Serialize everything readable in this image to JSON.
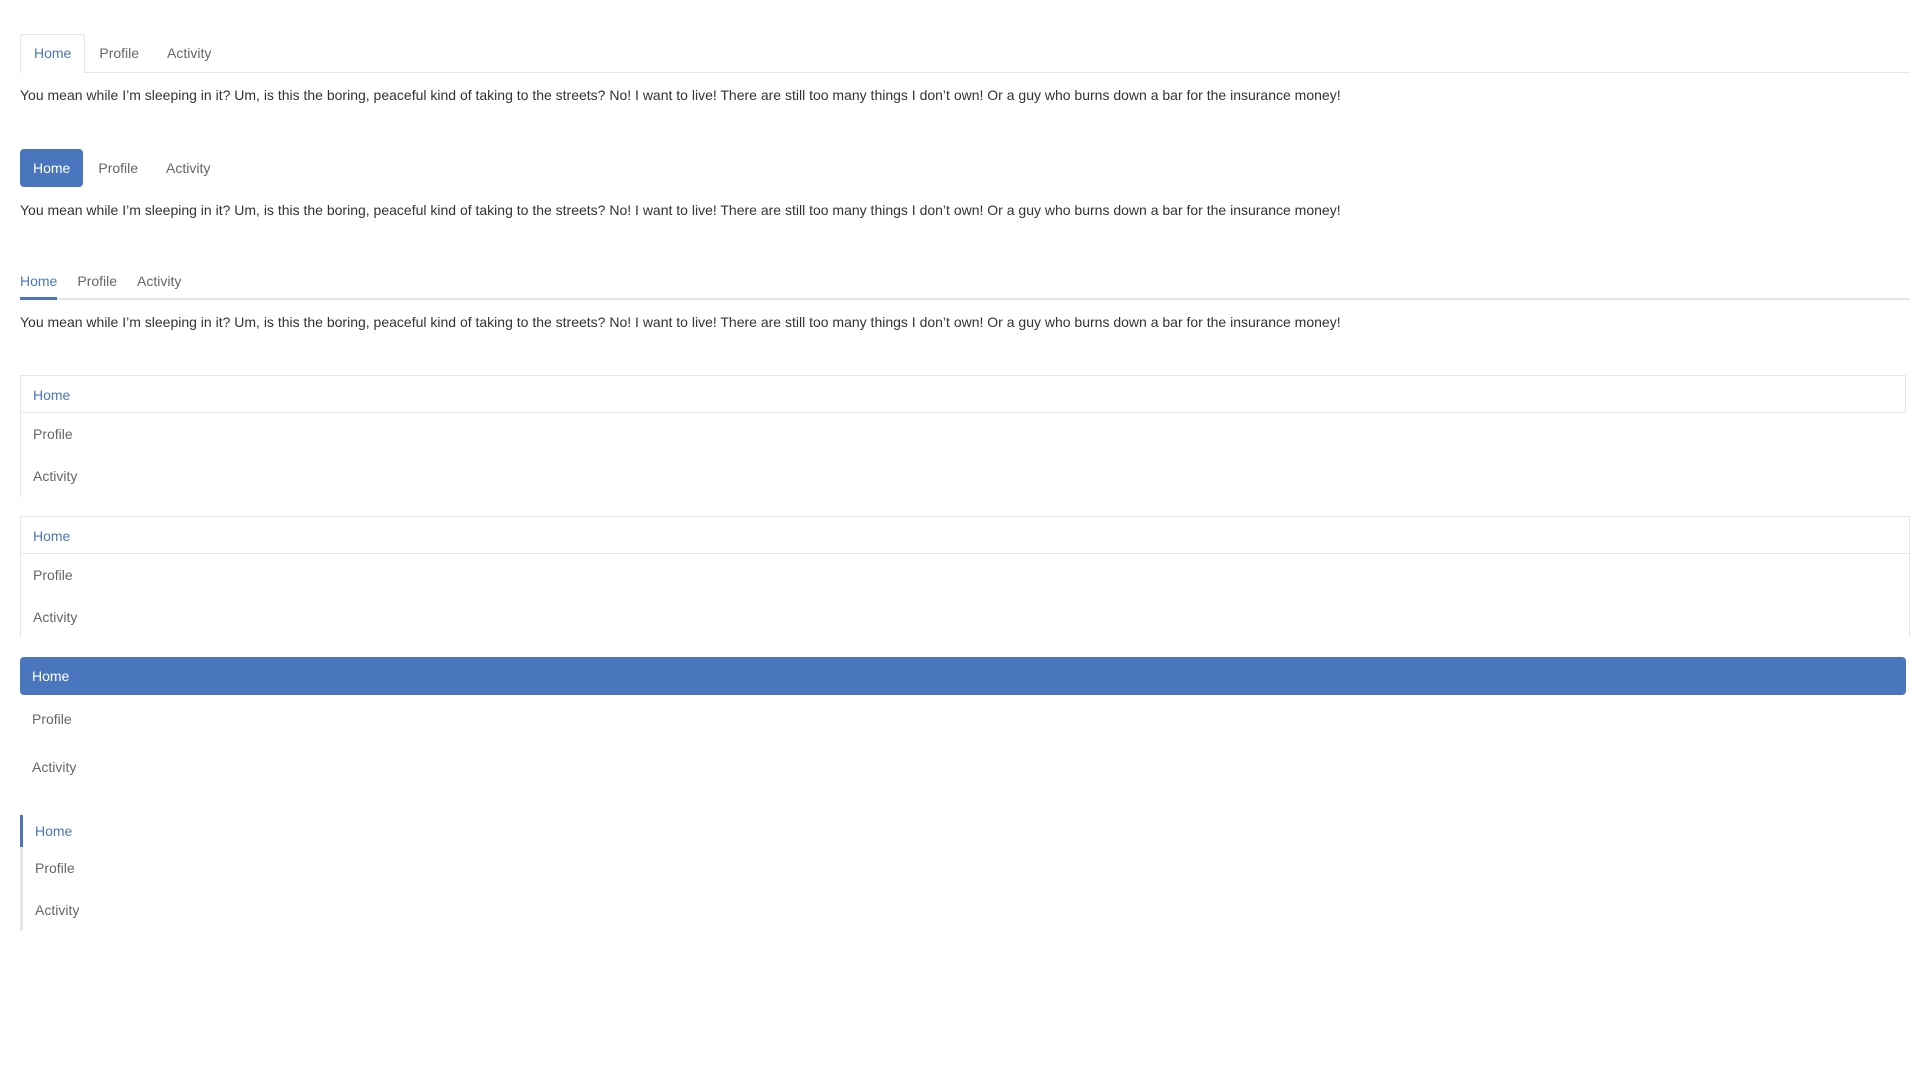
{
  "tab_labels": [
    "Home",
    "Profile",
    "Activity"
  ],
  "content_text": "You mean while I’m sleeping in it? Um, is this the boring, peaceful kind of taking to the streets? No! I want to live! There are still too many things I don’t own! Or a guy who burns down a bar for the insurance money!",
  "bordered_tabs": {
    "items": [
      "Home",
      "Profile",
      "Activity"
    ],
    "active": "Home"
  },
  "pill_tabs": {
    "items": [
      "Home",
      "Profile",
      "Activity"
    ],
    "active": "Home"
  },
  "line_tabs": {
    "items": [
      "Home",
      "Profile",
      "Activity"
    ],
    "active": "Home"
  },
  "vertical_bordered": {
    "items": [
      "Home",
      "Profile",
      "Activity"
    ],
    "active": "Home"
  },
  "vertical_boxed": {
    "items": [
      "Home",
      "Profile",
      "Activity"
    ],
    "active": "Home"
  },
  "vertical_pills": {
    "items": [
      "Home",
      "Profile",
      "Activity"
    ],
    "active": "Home"
  },
  "vertical_line": {
    "items": [
      "Home",
      "Profile",
      "Activity"
    ],
    "active": "Home"
  },
  "colors": {
    "accent": "#4a76bd",
    "border": "#e5e5e5",
    "text": "#333333",
    "muted": "#666666"
  }
}
